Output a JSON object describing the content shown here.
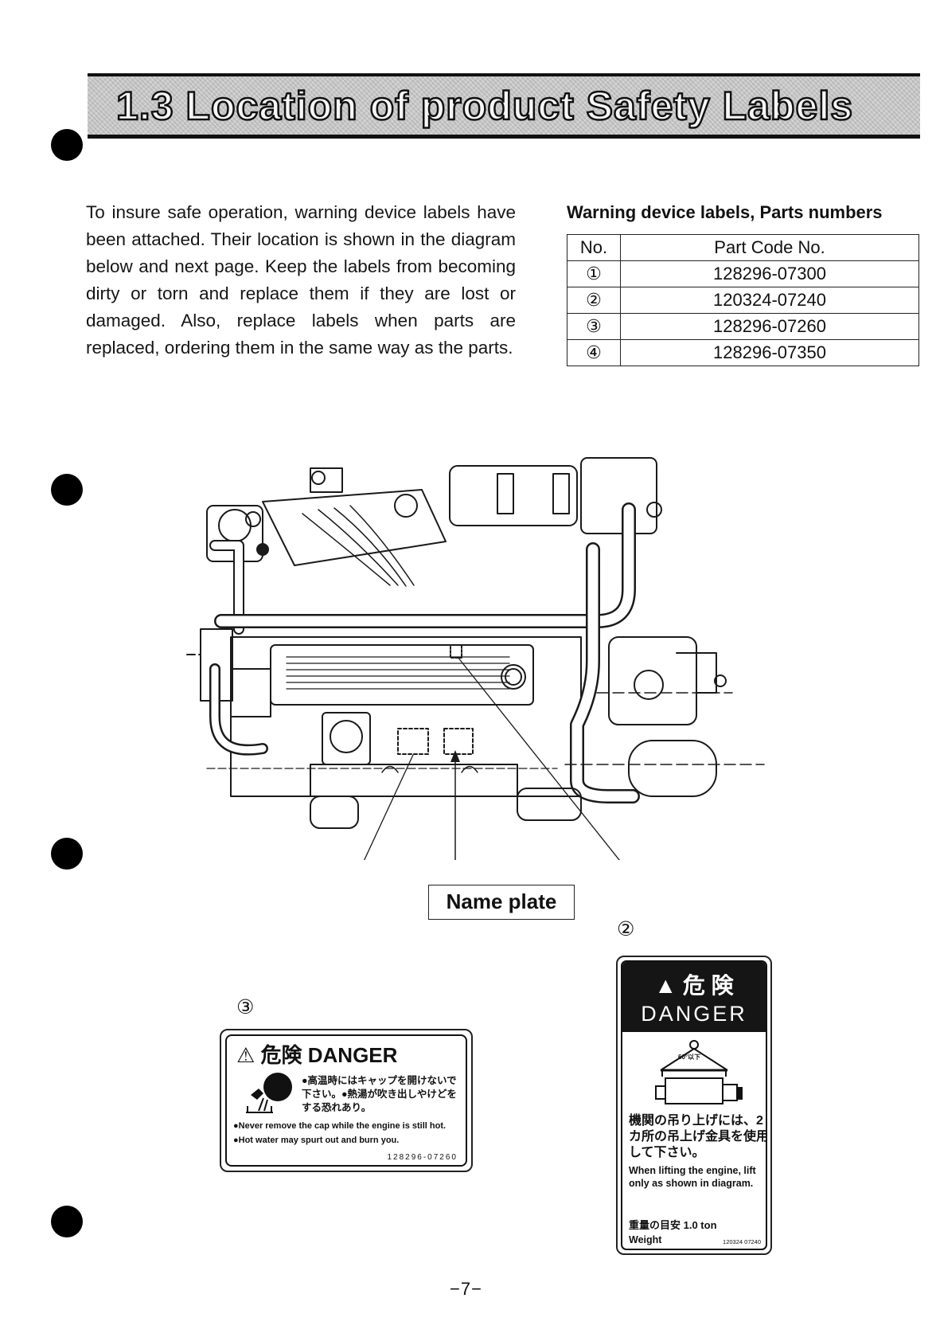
{
  "header": {
    "title": "1.3 Location of product Safety Labels"
  },
  "intro": {
    "text": "To insure safe operation, warning device labels have been attached.  Their location is shown in the diagram below and next page. Keep the labels from becoming dirty or torn and replace them if they are lost or damaged.  Also, replace labels when parts are replaced, ordering them in the same way as the parts."
  },
  "parts_table": {
    "title": "Warning device labels, Parts numbers",
    "headers": {
      "no": "No.",
      "code": "Part Code  No."
    },
    "rows": [
      {
        "no": "①",
        "code": "128296-07300"
      },
      {
        "no": "②",
        "code": "120324-07240"
      },
      {
        "no": "③",
        "code": "128296-07260"
      },
      {
        "no": "④",
        "code": "128296-07350"
      }
    ]
  },
  "diagram": {
    "name_plate": "Name plate",
    "callout_2": "②",
    "callout_3": "③"
  },
  "label3": {
    "heading": "⚠ 危険 DANGER",
    "jp_text": "●高温時にはキャップを開けないで下さい。●熱湯が吹き出しやけどをする恐れあり。",
    "en_text": "●Never remove the cap while the engine is still hot.  ●Hot water may spurt out and burn you.",
    "code": "128296-07260"
  },
  "label2": {
    "jp_heading": "▲ 危 険",
    "en_heading": "DANGER",
    "hook_text": "60°以下",
    "jp_text": "機関の吊り上げには、2カ所の吊上げ金具を使用して下さい。",
    "en_text": "When lifting the engine, lift only as shown in diagram.",
    "weight_jp": "重量の目安  1.0 ton",
    "weight_en": "Weight",
    "code": "120324 07240"
  },
  "footer": {
    "page": "−7−"
  }
}
